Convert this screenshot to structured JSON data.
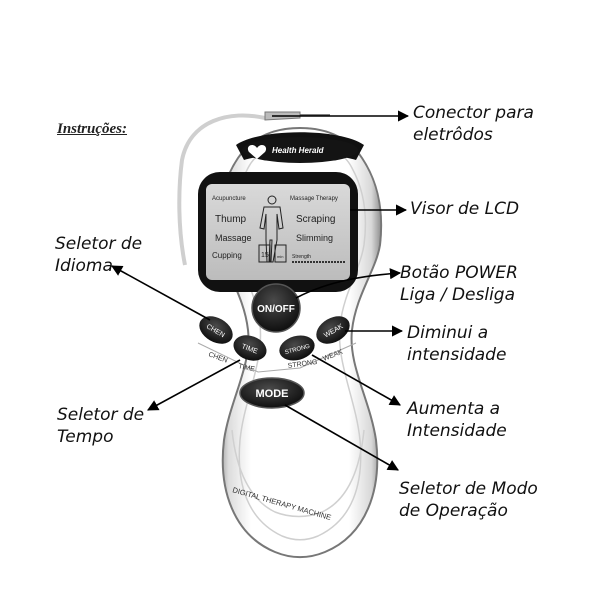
{
  "title": "Instruções:",
  "device": {
    "brand": "Health Herald",
    "lcd": {
      "modes_left": [
        "Acupuncture",
        "Thump",
        "Massage",
        "Cupping"
      ],
      "modes_right": [
        "Massage Therapy",
        "Scraping",
        "Slimming",
        "Strength"
      ],
      "time_value": "15",
      "time_unit": "min"
    },
    "buttons": {
      "power": "ON/OFF",
      "chen": "CHEN",
      "time": "TIME",
      "strong": "STRONG",
      "weak": "WEAK",
      "mode": "MODE"
    },
    "sublabels": {
      "chen": "CHEN",
      "time": "TIME",
      "strong": "STRONG",
      "weak": "WEAK"
    },
    "footer_text": "DIGITAL THERAPY MACHINE"
  },
  "callouts": {
    "connector": [
      "Conector para",
      "eletrôdos"
    ],
    "lcd": [
      "Visor de LCD"
    ],
    "power": [
      "Botão POWER",
      "Liga / Desliga"
    ],
    "decrease": [
      "Diminui a",
      "intensidade"
    ],
    "increase": [
      "Aumenta a",
      "Intensidade"
    ],
    "mode": [
      "Seletor de Modo",
      "de Operação"
    ],
    "language": [
      "Seletor de",
      "Idioma"
    ],
    "time": [
      "Seletor de",
      "Tempo"
    ]
  }
}
